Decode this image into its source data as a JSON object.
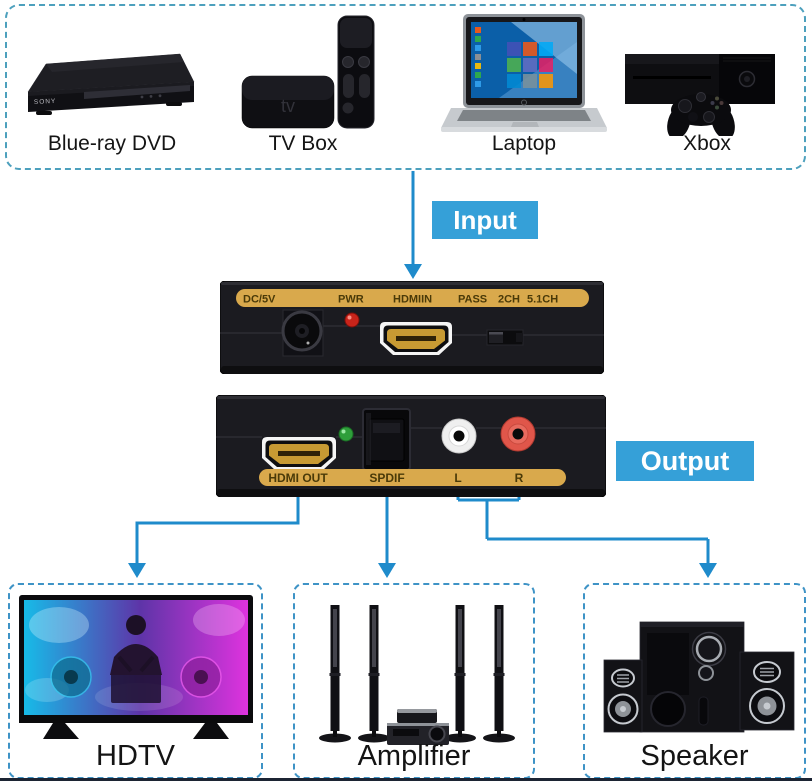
{
  "colors": {
    "accent_blue": "#35A0D8",
    "arrow_blue": "#1F8BCB",
    "dash_teal": "#4DA0BD",
    "dash_blue": "#3E93C6",
    "gold": "#D9A94C",
    "gold_text": "#4A3A08",
    "led_red": "#C9241A",
    "led_green": "#2E9E3A",
    "rca_white": "#EFEFEF",
    "rca_red": "#E0564A"
  },
  "flow": {
    "input": "Input",
    "output": "Output"
  },
  "input_section": {
    "devices": [
      {
        "id": "bluray",
        "label": "Blue-ray DVD",
        "brand": "SONY"
      },
      {
        "id": "tvbox",
        "label": "TV Box",
        "logo": "tv"
      },
      {
        "id": "laptop",
        "label": "Laptop"
      },
      {
        "id": "xbox",
        "label": "Xbox"
      }
    ]
  },
  "converter": {
    "front_panel": {
      "labels": [
        "DC/5V",
        "PWR",
        "HDMIIN",
        "PASS",
        "2CH",
        "5.1CH"
      ]
    },
    "back_panel": {
      "labels": [
        "HDMI OUT",
        "SPDIF",
        "L",
        "R"
      ]
    }
  },
  "output_section": {
    "devices": [
      {
        "id": "hdtv",
        "label": "HDTV"
      },
      {
        "id": "amplifier",
        "label": "Amplifier"
      },
      {
        "id": "speaker",
        "label": "Speaker"
      }
    ]
  }
}
